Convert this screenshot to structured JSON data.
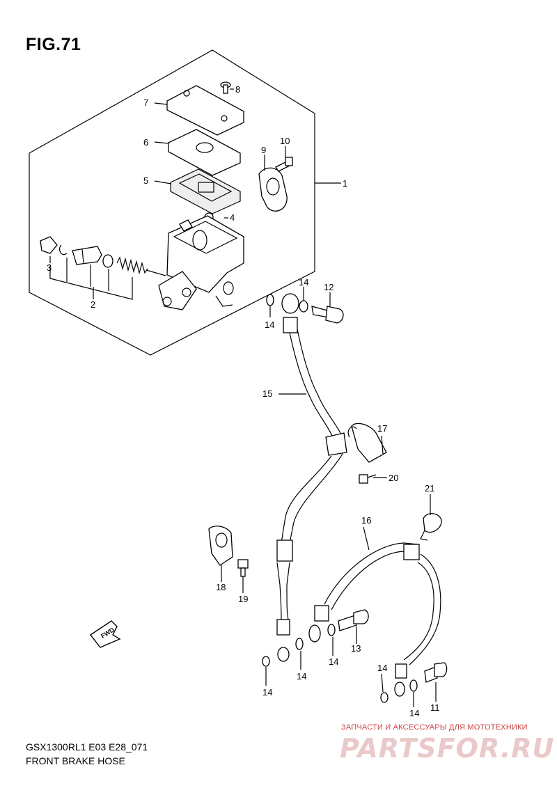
{
  "figure": {
    "title": "FIG.71"
  },
  "footer": {
    "model_code": "GSX1300RL1 E03 E28_071",
    "caption": "FRONT BRAKE HOSE"
  },
  "watermark": {
    "tagline": "ЗАПЧАСТИ И АКСЕССУАРЫ ДЛЯ МОТОТЕХНИКИ",
    "logo": "PARTSFOR.RU",
    "color": "#e9c9c9"
  },
  "direction_marker": {
    "label": "FWD",
    "icon": "fwd-arrow-icon"
  },
  "callouts": {
    "p1": "1",
    "p2": "2",
    "p3": "3",
    "p4": "4",
    "p5": "5",
    "p6": "6",
    "p7": "7",
    "p8": "8",
    "p9": "9",
    "p10": "10",
    "p11": "11",
    "p12": "12",
    "p13": "13",
    "p14a": "14",
    "p14b": "14",
    "p14c": "14",
    "p14d": "14",
    "p14e": "14",
    "p14f": "14",
    "p14g": "14",
    "p15": "15",
    "p16": "16",
    "p17": "17",
    "p18": "18",
    "p19": "19",
    "p20": "20",
    "p21": "21"
  }
}
